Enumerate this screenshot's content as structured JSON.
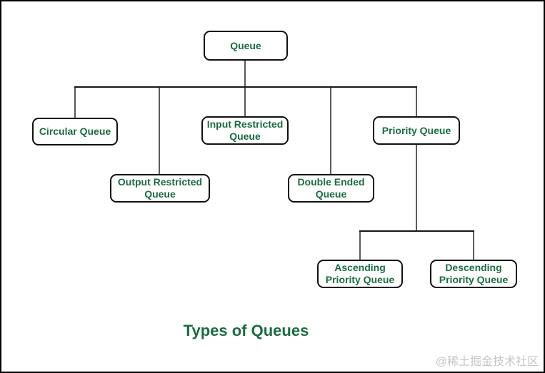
{
  "title": "Types of Queues",
  "watermark": "@稀土掘金技术社区",
  "colors": {
    "text_green": "#1b6c42",
    "box_border": "#101010",
    "horizontal_line": "#161616",
    "vertical_line": "#5a5a5a",
    "watermark_gray": "#c6c6c6",
    "background": "#ffffff",
    "frame_border": "#000000"
  },
  "diagram": {
    "root": "Queue",
    "nodes": [
      {
        "label": "Queue"
      },
      {
        "label": "Circular Queue"
      },
      {
        "label": "Input Restricted Queue"
      },
      {
        "label": "Priority Queue"
      },
      {
        "label": "Output Restricted Queue"
      },
      {
        "label": "Double Ended Queue"
      },
      {
        "label": "Ascending Priority Queue"
      },
      {
        "label": "Descending Priority Queue"
      }
    ],
    "edges": [
      {
        "from": "Queue",
        "to": "Circular Queue"
      },
      {
        "from": "Queue",
        "to": "Output Restricted Queue"
      },
      {
        "from": "Queue",
        "to": "Input Restricted Queue"
      },
      {
        "from": "Queue",
        "to": "Double Ended Queue"
      },
      {
        "from": "Queue",
        "to": "Priority Queue"
      },
      {
        "from": "Priority Queue",
        "to": "Ascending Priority Queue"
      },
      {
        "from": "Priority Queue",
        "to": "Descending Priority Queue"
      }
    ]
  }
}
